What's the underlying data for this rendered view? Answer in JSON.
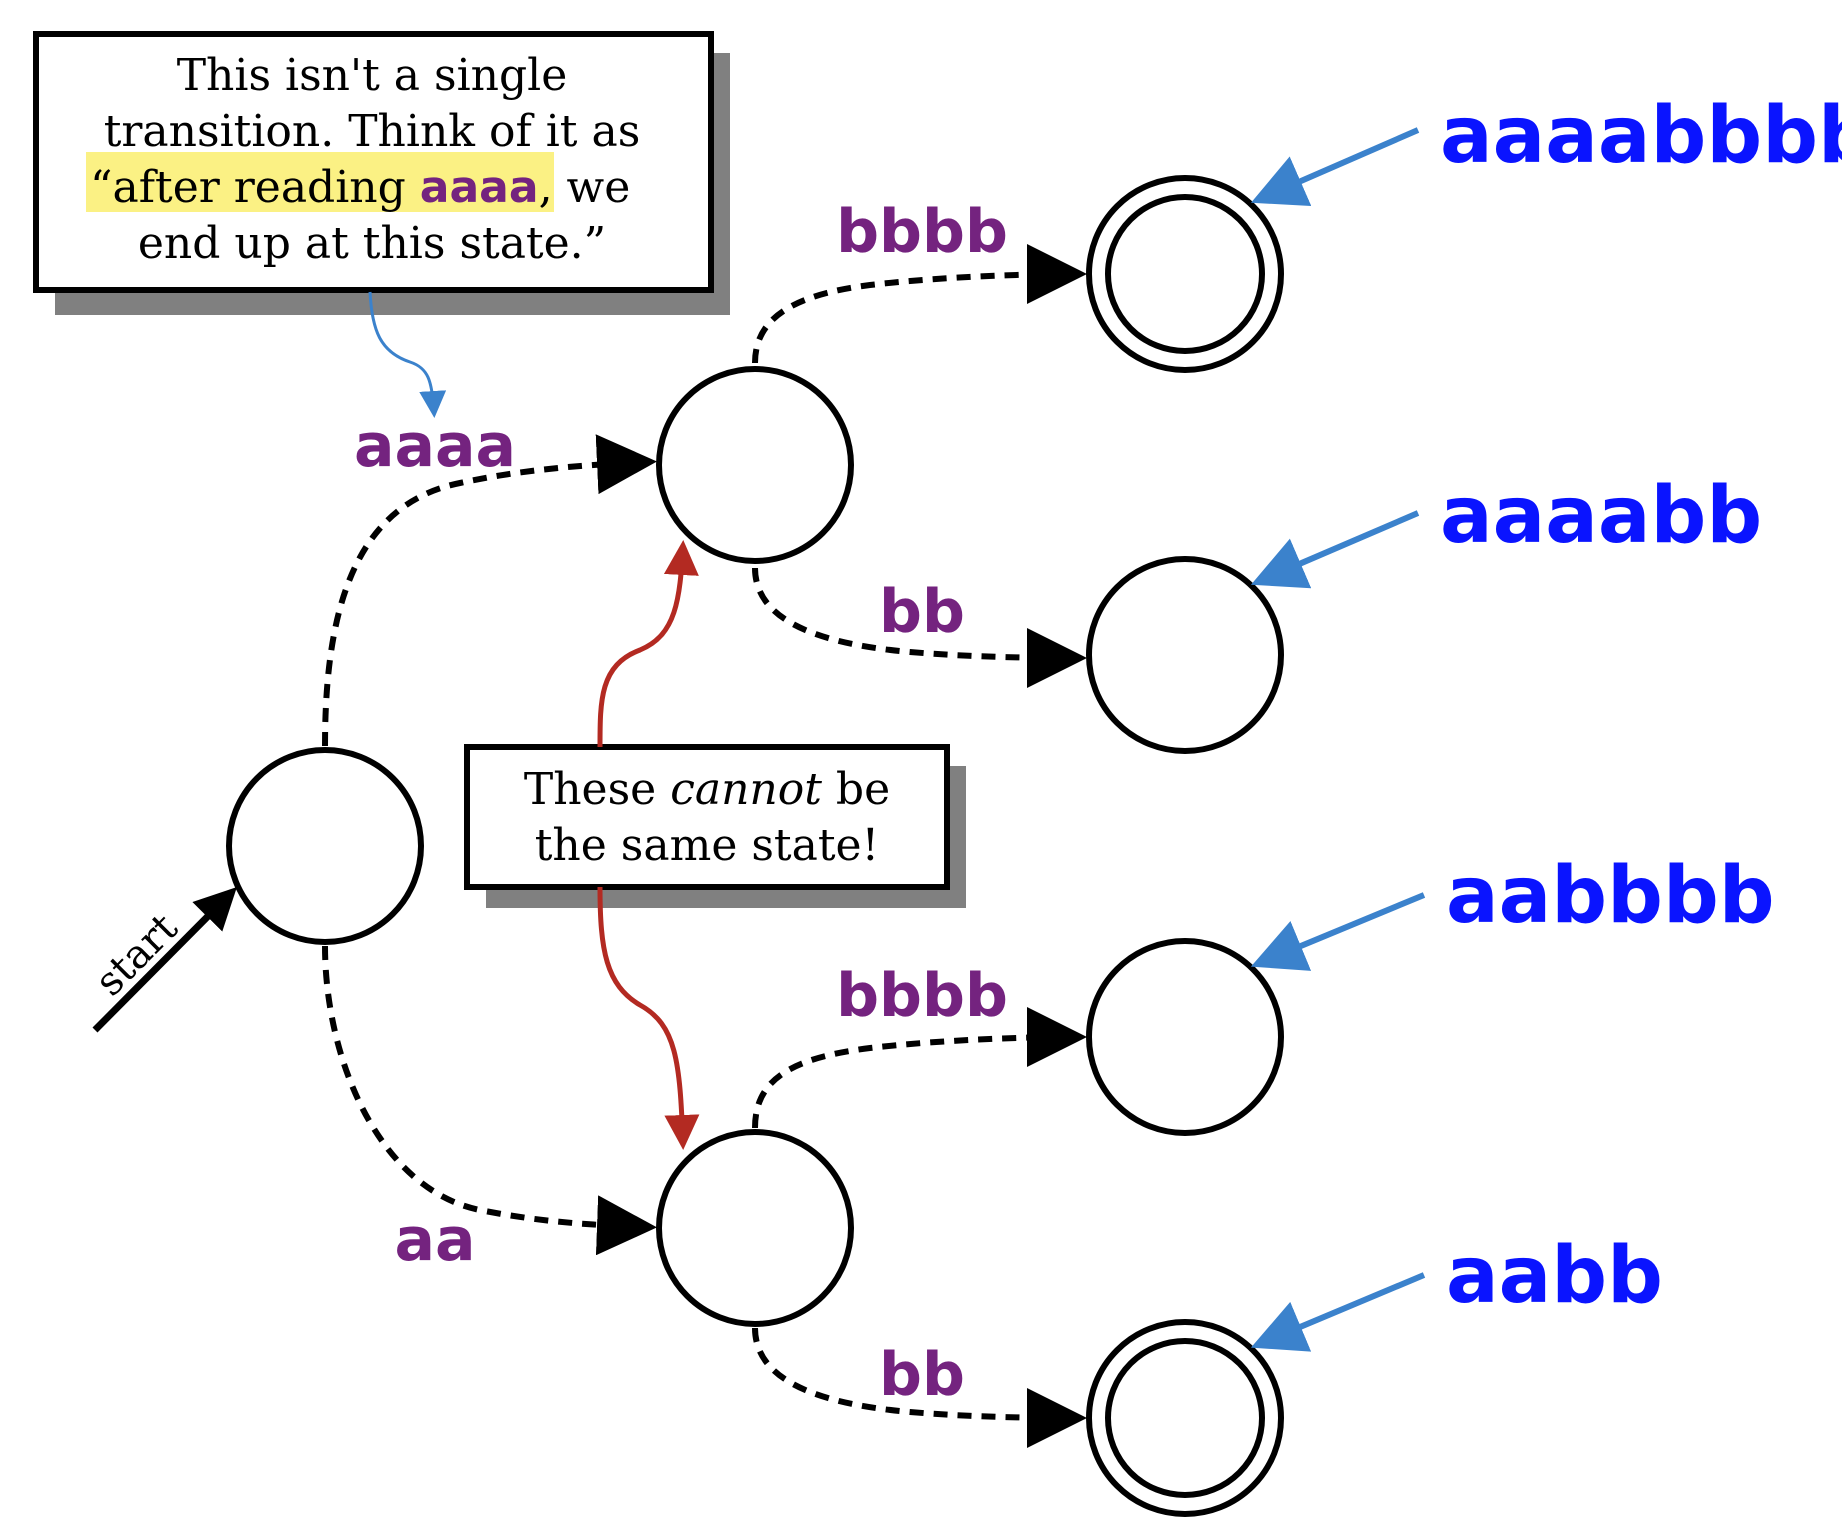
{
  "colors": {
    "edge": "#000000",
    "label": "#74237f",
    "string": "#0a14ff",
    "pointer": "#3b82cc",
    "red_arrow": "#b32a22",
    "highlight": "#fbf184",
    "shadow": "#808080"
  },
  "start_label": "start",
  "callout_top": {
    "line1": "This isn't a single",
    "line2": "transition. Think of it as",
    "line3_before": "“after reading ",
    "line3_code": "aaaa",
    "line3_after": ", we",
    "line4": "end up at this state.”"
  },
  "callout_mid": {
    "line1_before": "These ",
    "line1_italic": "cannot",
    "line1_after": " be",
    "line2": "the same state!"
  },
  "edges": {
    "aaaa": "aaaa",
    "aa": "aa",
    "bbbb_top": "bbbb",
    "bb_top": "bb",
    "bbbb_bottom": "bbbb",
    "bb_bottom": "bb"
  },
  "strings": [
    "aaaabbbb",
    "aaaabb",
    "aabbbb",
    "aabb"
  ]
}
